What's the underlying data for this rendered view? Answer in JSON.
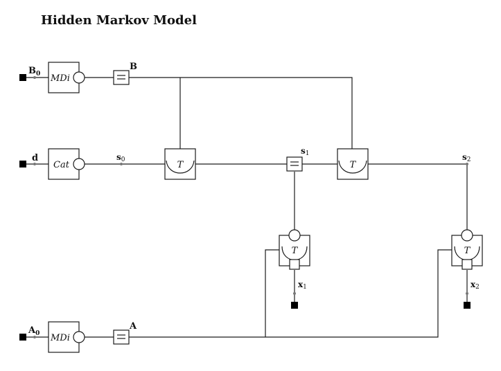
{
  "title": "Hidden Markov Model",
  "colors": {
    "line": "#1a1a1a",
    "terminal": "#000000",
    "dot": "#777777"
  },
  "priors": [
    {
      "id": "B0",
      "label": "B",
      "sub": "0",
      "factor": "MDi"
    },
    {
      "id": "d",
      "label": "d",
      "sub": "",
      "factor": "Cat"
    },
    {
      "id": "A0",
      "label": "A",
      "sub": "0",
      "factor": "MDi"
    }
  ],
  "equality_labels": {
    "B": "B",
    "A": "A"
  },
  "transition_symbol": "T",
  "states": [
    {
      "label": "s",
      "sub": "0"
    },
    {
      "label": "s",
      "sub": "1"
    },
    {
      "label": "s",
      "sub": "2"
    }
  ],
  "observations": [
    {
      "label": "x",
      "sub": "1"
    },
    {
      "label": "x",
      "sub": "2"
    }
  ]
}
